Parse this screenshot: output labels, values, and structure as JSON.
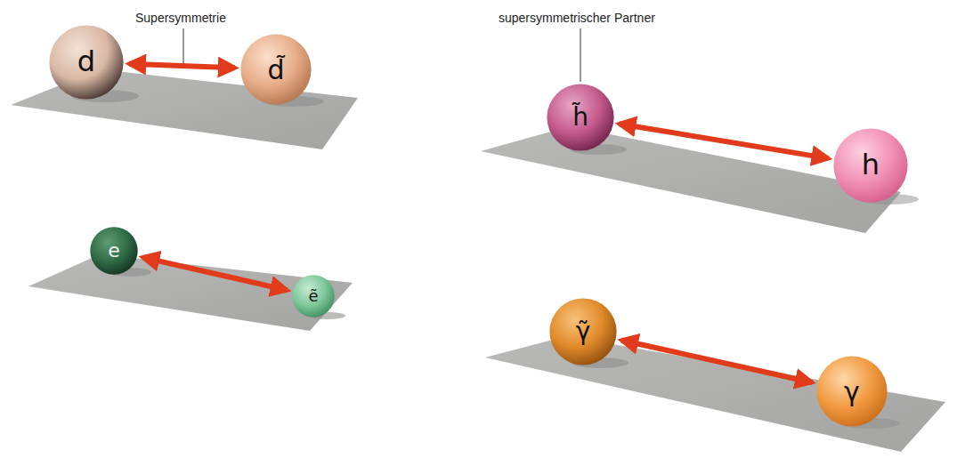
{
  "diagram": {
    "nodes": [
      {
        "text": [
          "d"
        ]
      },
      {
        "text": [
          "d̃"
        ]
      },
      {
        "text": [
          "h̃"
        ]
      },
      {
        "text": [
          "h"
        ]
      },
      {
        "text": [
          "e"
        ]
      },
      {
        "text": [
          "ẽ"
        ]
      },
      {
        "text": [
          "γ̃"
        ]
      },
      {
        "text": [
          "γ"
        ]
      }
    ],
    "edges": [
      {
        "from": 0,
        "to": 1,
        "arrow": "both"
      },
      {
        "from": 2,
        "to": 3,
        "arrow": "both"
      },
      {
        "from": 4,
        "to": 5,
        "arrow": "both"
      },
      {
        "from": 6,
        "to": 7,
        "arrow": "both"
      }
    ],
    "labels": [
      "Supersymmetrie",
      "supersymmetrischer Partner"
    ]
  }
}
